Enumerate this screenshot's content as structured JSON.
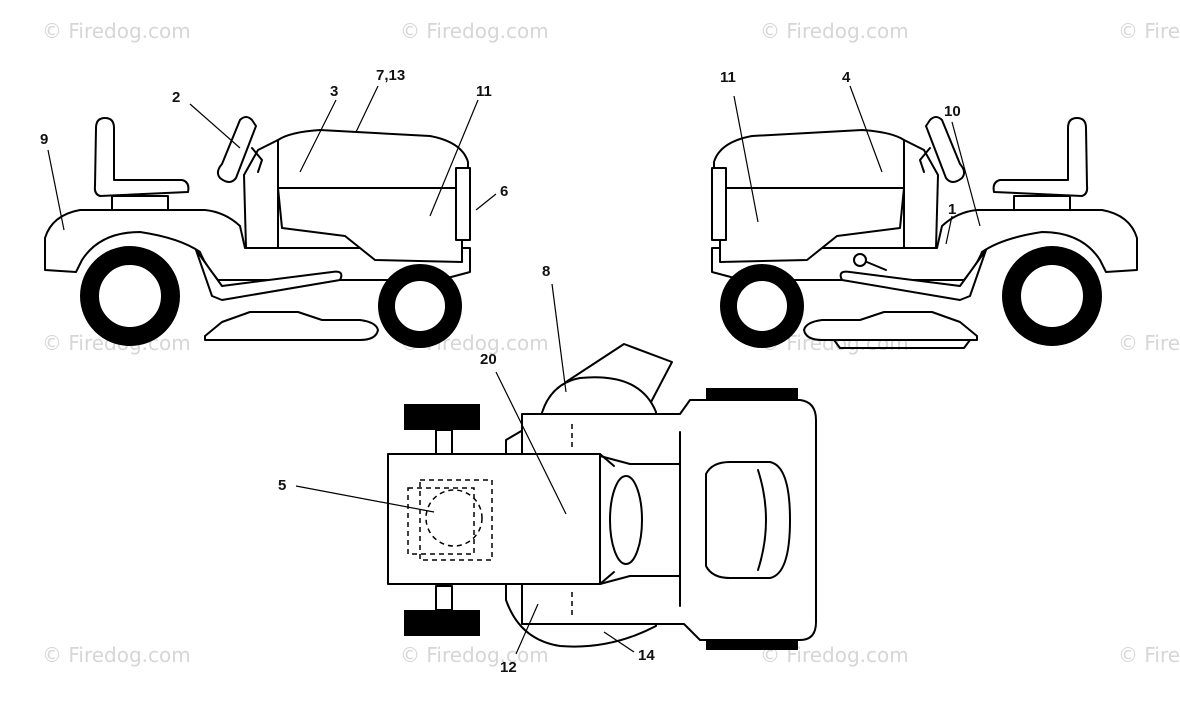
{
  "watermark": "© Firedog.com",
  "callouts": {
    "left_view": {
      "c2": "2",
      "c3": "3",
      "c7_13": "7,13",
      "c11": "11",
      "c9": "9",
      "c6": "6"
    },
    "right_view": {
      "c11": "11",
      "c4": "4",
      "c10": "10",
      "c1": "1"
    },
    "top_view": {
      "c8": "8",
      "c20": "20",
      "c5": "5",
      "c12": "12",
      "c14": "14"
    }
  }
}
